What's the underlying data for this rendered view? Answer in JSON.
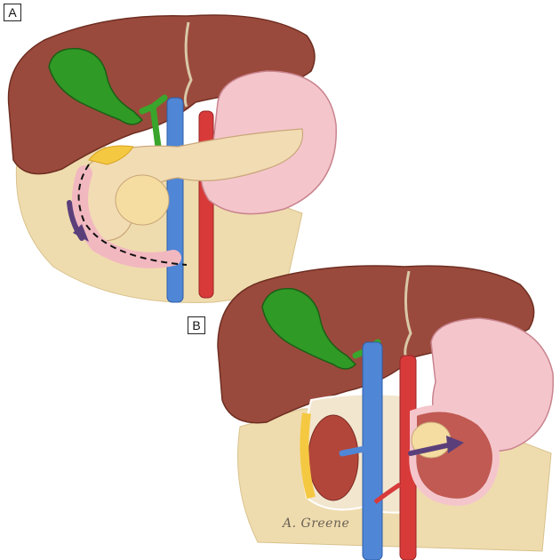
{
  "labels": {
    "panel_a": "A",
    "panel_b": "B"
  },
  "signature": "A. Greene",
  "colors": {
    "liver": "#9a4a3c",
    "gallbladder": "#2f9a26",
    "portal_vein": "#4f86d6",
    "ivc": "#4f86d6",
    "aorta": "#d83a3a",
    "stomach": "#f4c6cc",
    "pancreas": "#f2dcb4",
    "background_tissue": "#efdcae"
  }
}
